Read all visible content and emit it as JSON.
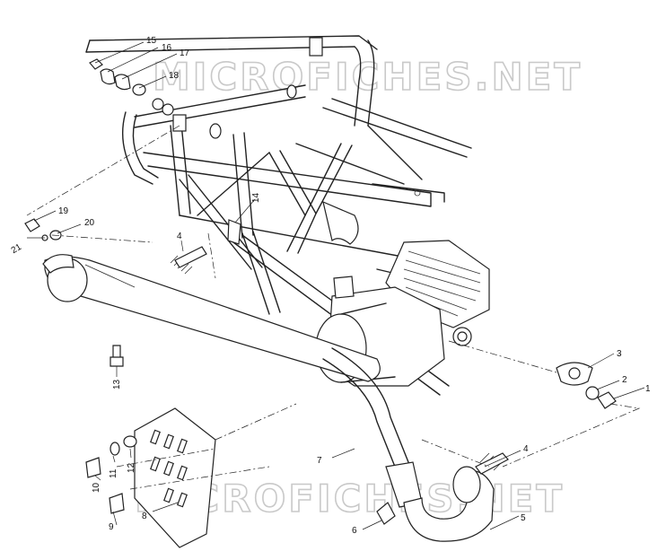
{
  "watermark": {
    "top": "MICROFICHES.NET",
    "bottom": "MICROFICHES.NET"
  },
  "callouts": [
    "1",
    "2",
    "3",
    "4",
    "4",
    "5",
    "6",
    "7",
    "8",
    "9",
    "10",
    "11",
    "12",
    "13",
    "14",
    "15",
    "16",
    "17",
    "18",
    "19",
    "20",
    "21"
  ],
  "colors": {
    "ink": "#222222",
    "watermark": "#c9c9c9",
    "paper": "#ffffff"
  }
}
